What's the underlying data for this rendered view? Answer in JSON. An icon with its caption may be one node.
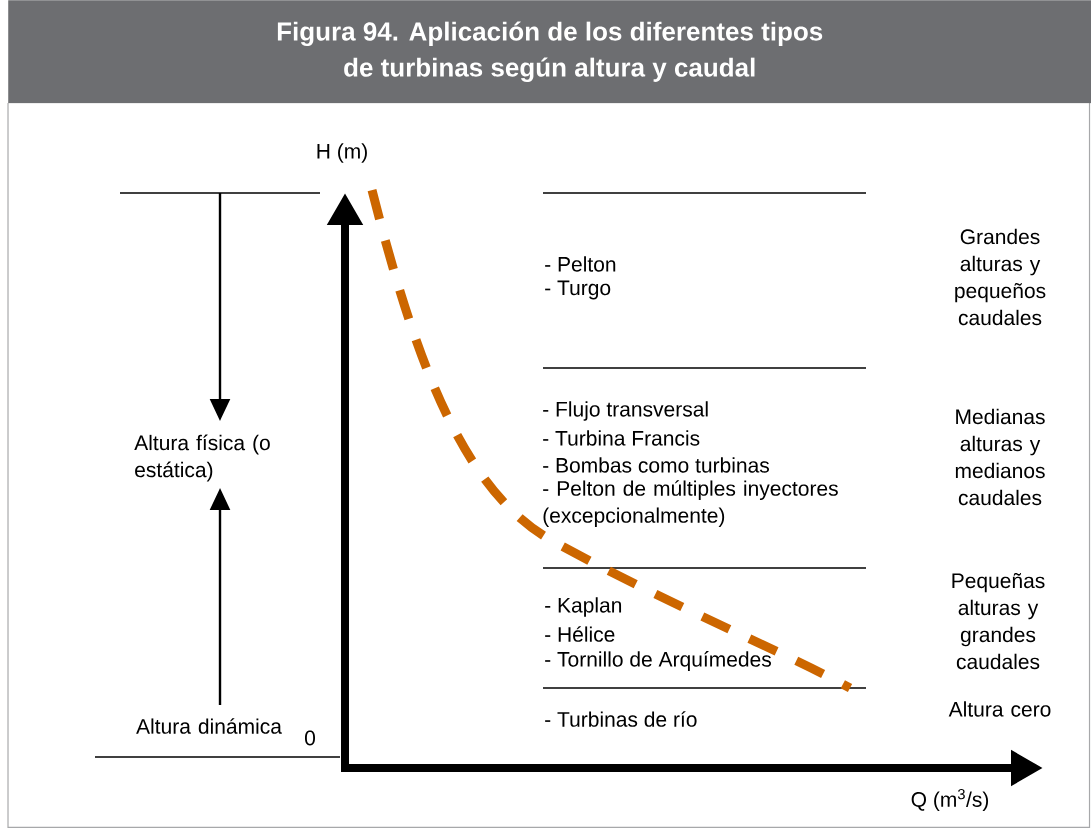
{
  "diagram": {
    "title": "Figura 94. Aplicación de los diferentes tipos de turbinas según altura y caudal",
    "labels": [
      "H (m)",
      "- Pelton",
      "- Turgo",
      "Grandes alturas y pequeños caudales",
      "Altura física (o estática)",
      "- Flujo transversal",
      "- Turbina Francis",
      "- Bombas como turbinas",
      "- Pelton de múltiples inyectores (excepcionalmente)",
      "Medianas alturas y medianos caudales",
      "Pequeñas alturas y grandes caudales",
      "- Kaplan",
      "- Hélice",
      "- Tornillo de Arquímedes",
      "Altura dinámica",
      "0",
      "Altura cero",
      "- Turbinas de río",
      "Q (m$^{3}$/s)"
    ]
  }
}
